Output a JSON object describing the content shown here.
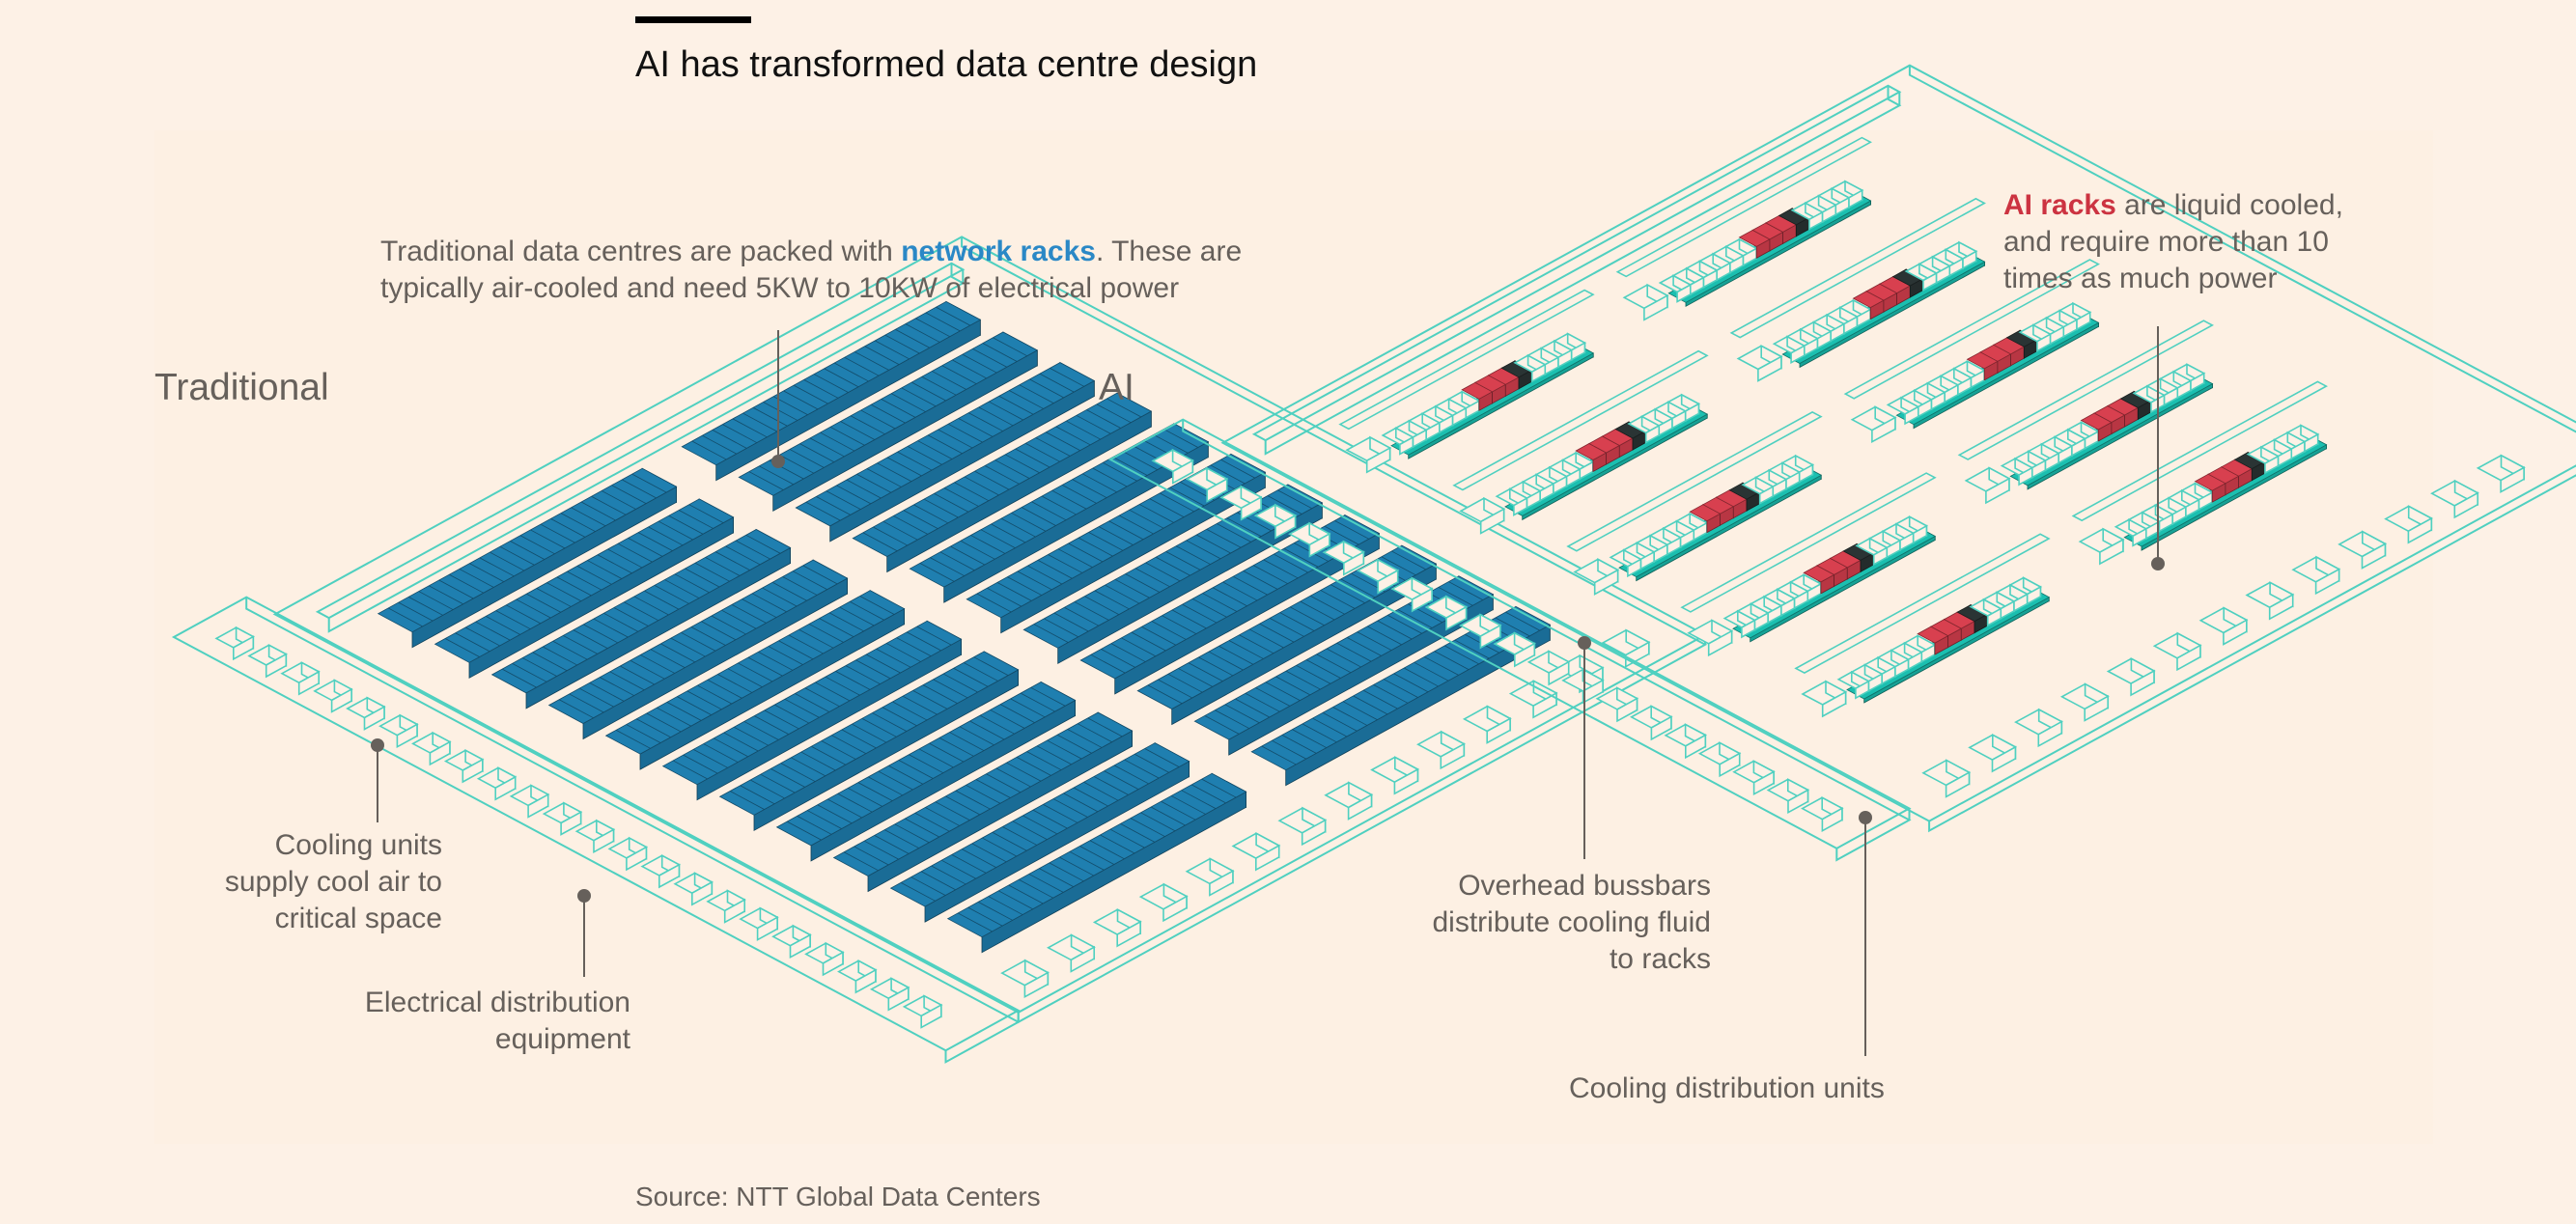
{
  "title": "AI has transformed data centre design",
  "sections": {
    "traditional": "Traditional",
    "ai": "AI"
  },
  "annotations": {
    "network_racks": {
      "pre": "Traditional data centres are packed with ",
      "highlight": "network racks",
      "post": ". These are typically air-cooled and need 5KW to 10KW of electrical power"
    },
    "ai_racks": {
      "highlight": "AI racks",
      "post": " are liquid cooled, and require more than 10 times as much power"
    },
    "cooling_units": "Cooling units supply cool air to critical space",
    "electrical": "Electrical distribution equipment",
    "bussbars": "Overhead bussbars distribute cooling fluid to racks",
    "cdu": "Cooling distribution units"
  },
  "source": "Source: NTT Global Data Centers",
  "colors": {
    "background": "#fdf1e6",
    "outline": "#4fd0c0",
    "network_rack": "#1f7fb0",
    "ai_rack": "#d8404f",
    "ai_rack_dark": "#2a3434",
    "cooling": "#1bbfb0",
    "leader": "#66605b"
  }
}
